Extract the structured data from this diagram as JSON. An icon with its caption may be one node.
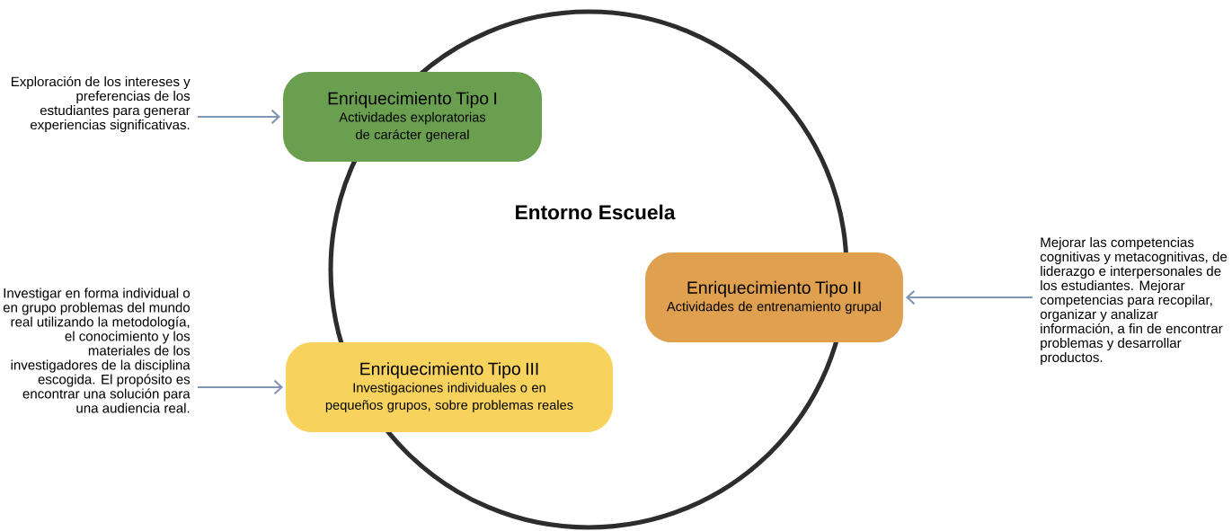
{
  "diagram": {
    "nodes": [
      {
        "text": [
          "Entorno Escuela"
        ]
      },
      {
        "text": [
          "Enriquecimiento Tipo I",
          "Actividades exploratorias de carácter general"
        ]
      },
      {
        "text": [
          "Enriquecimiento Tipo II",
          "Actividades de entrenamiento grupal"
        ]
      },
      {
        "text": [
          "Enriquecimiento Tipo III",
          "Investigaciones individuales o en pequeños grupos, sobre problemas reales"
        ]
      },
      {
        "text": [
          "Exploración de los intereses y preferencias de los estudiantes para generar experiencias significativas."
        ]
      },
      {
        "text": [
          "Investigar en forma individual o en grupo problemas del mundo real utilizando la metodología, el conocimiento y los materiales de los investigadores de la disciplina escogida. El propósito es encontrar una solución para una audiencia real."
        ]
      },
      {
        "text": [
          "Mejorar las competencias cognitivas y metacognitivas, de liderazgo e interpersonales de los estudiantes. Mejorar competencias para recopilar, organizar y analizar información, a fin de encontrar problemas y desarrollar productos."
        ]
      }
    ],
    "edges": [
      {
        "from": 4,
        "to": 1,
        "arrow": "to"
      },
      {
        "from": 6,
        "to": 2,
        "arrow": "to"
      },
      {
        "from": 5,
        "to": 3,
        "arrow": "to"
      }
    ]
  }
}
